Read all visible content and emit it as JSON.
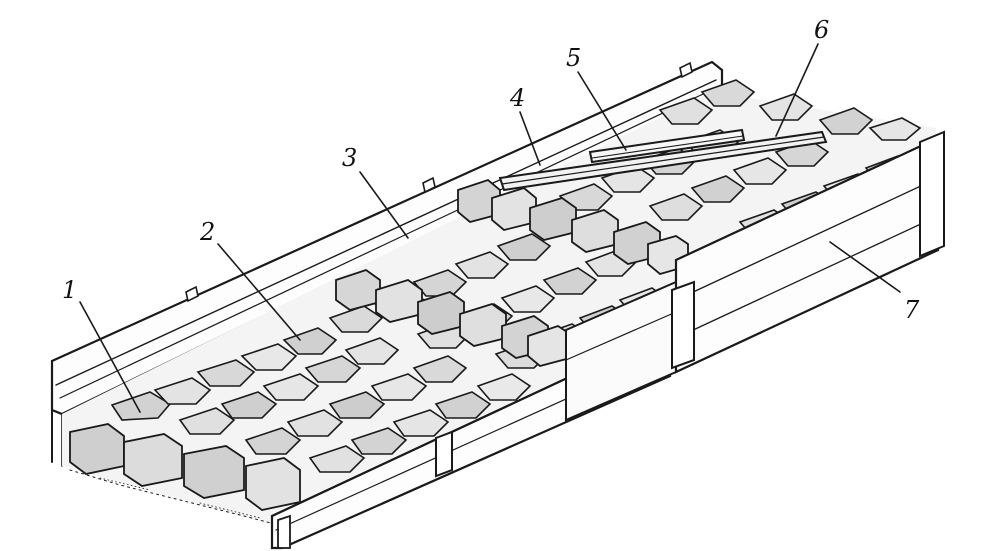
{
  "figure": {
    "background": "#ffffff",
    "ink_color": "#1a1a1a",
    "callouts": [
      {
        "id": "1",
        "label": "1"
      },
      {
        "id": "2",
        "label": "2"
      },
      {
        "id": "3",
        "label": "3"
      },
      {
        "id": "4",
        "label": "4"
      },
      {
        "id": "5",
        "label": "5"
      },
      {
        "id": "6",
        "label": "6"
      },
      {
        "id": "7",
        "label": "7"
      }
    ]
  }
}
